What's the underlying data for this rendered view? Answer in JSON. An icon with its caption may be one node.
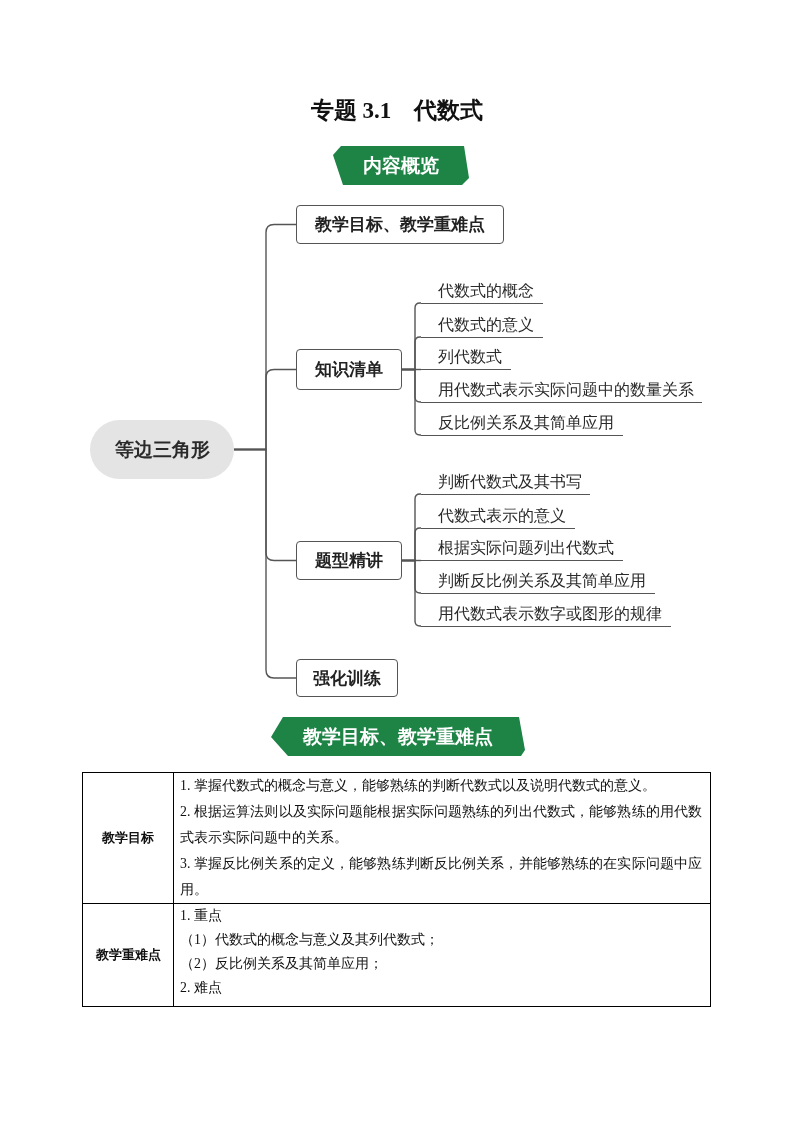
{
  "diagram": {
    "title": "专题 3.1　代数式",
    "nodes": [
      {
        "text": [
          "内容概览"
        ]
      },
      {
        "text": [
          "等边三角形"
        ]
      },
      {
        "text": [
          "教学目标、教学重难点"
        ]
      },
      {
        "text": [
          "知识清单"
        ]
      },
      {
        "text": [
          "代数式的概念"
        ]
      },
      {
        "text": [
          "代数式的意义"
        ]
      },
      {
        "text": [
          "列代数式"
        ]
      },
      {
        "text": [
          "用代数式表示实际问题中的数量关系"
        ]
      },
      {
        "text": [
          "反比例关系及其简单应用"
        ]
      },
      {
        "text": [
          "题型精讲"
        ]
      },
      {
        "text": [
          "判断代数式及其书写"
        ]
      },
      {
        "text": [
          "代数式表示的意义"
        ]
      },
      {
        "text": [
          "根据实际问题列出代数式"
        ]
      },
      {
        "text": [
          "判断反比例关系及其简单应用"
        ]
      },
      {
        "text": [
          "用代数式表示数字或图形的规律"
        ]
      },
      {
        "text": [
          "强化训练"
        ]
      },
      {
        "text": [
          "教学目标、教学重难点"
        ]
      }
    ],
    "edges": [
      {
        "from": 1,
        "to": 2,
        "arrow": "none"
      },
      {
        "from": 1,
        "to": 3,
        "arrow": "none"
      },
      {
        "from": 1,
        "to": 9,
        "arrow": "none"
      },
      {
        "from": 1,
        "to": 15,
        "arrow": "none"
      },
      {
        "from": 3,
        "to": 4,
        "arrow": "none"
      },
      {
        "from": 3,
        "to": 5,
        "arrow": "none"
      },
      {
        "from": 3,
        "to": 6,
        "arrow": "none"
      },
      {
        "from": 3,
        "to": 7,
        "arrow": "none"
      },
      {
        "from": 3,
        "to": 8,
        "arrow": "none"
      },
      {
        "from": 9,
        "to": 10,
        "arrow": "none"
      },
      {
        "from": 9,
        "to": 11,
        "arrow": "none"
      },
      {
        "from": 9,
        "to": 12,
        "arrow": "none"
      },
      {
        "from": 9,
        "to": 13,
        "arrow": "none"
      },
      {
        "from": 9,
        "to": 14,
        "arrow": "none"
      }
    ],
    "labels": [
      "教学目标",
      "1. 掌握代数式的概念与意义，能够熟练的判断代数式以及说明代数式的意义。",
      "2. 根据运算法则以及实际问题能根据实际问题熟练的列出代数式，能够熟练的用代数式表示实际问题中的关系。",
      "3. 掌握反比例关系的定义，能够熟练判断反比例关系，并能够熟练的在实际问题中应用。",
      "教学重难点",
      "1. 重点",
      "（1）代数式的概念与意义及其列代数式；",
      "（2）反比例关系及其简单应用；",
      "2. 难点"
    ]
  }
}
